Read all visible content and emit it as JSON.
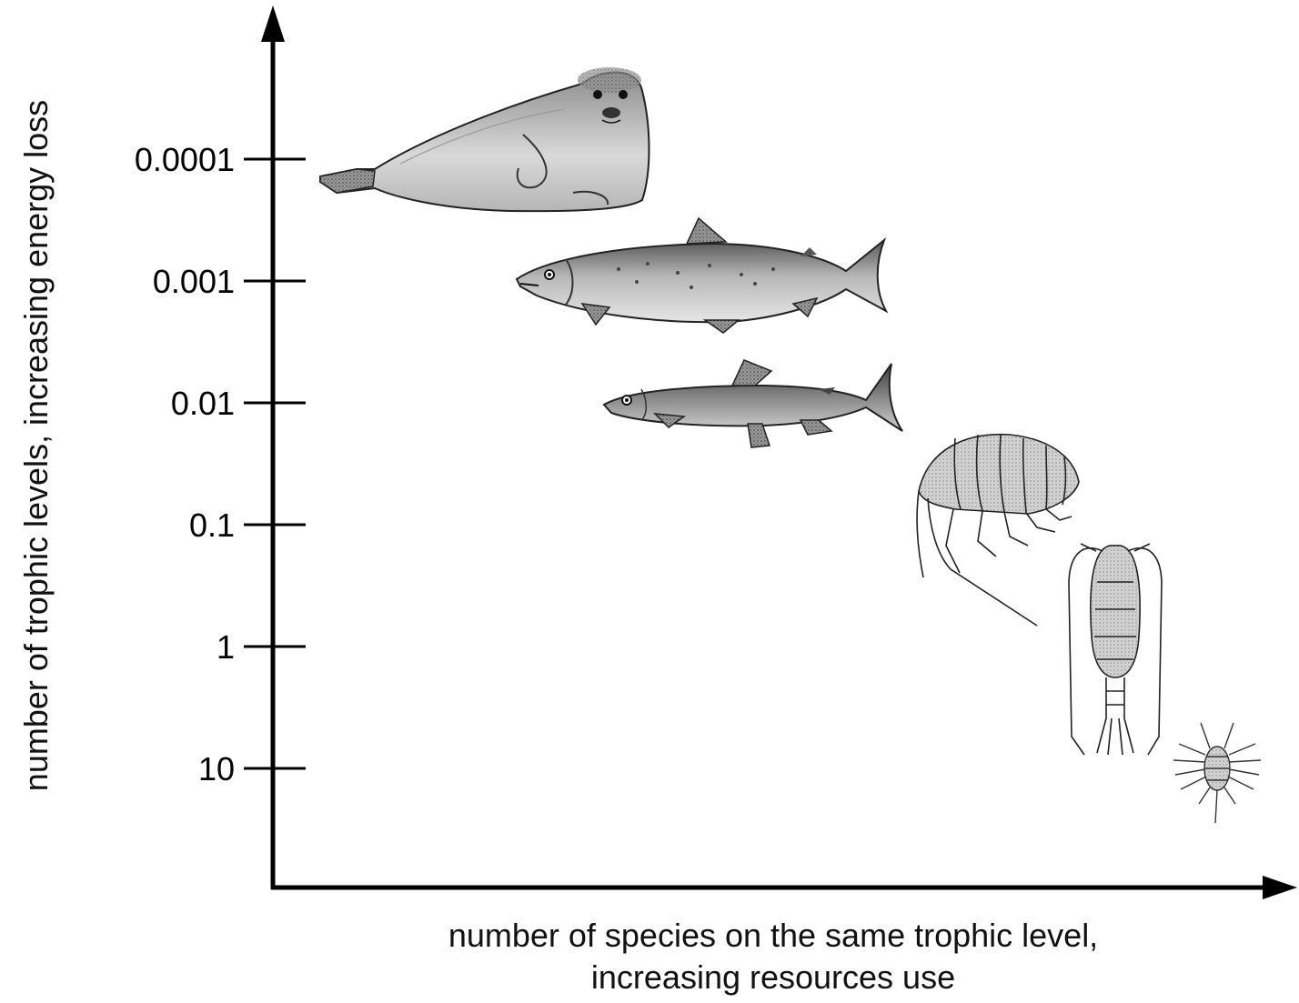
{
  "diagram": {
    "y_axis_label": "number of trophic levels, increasing energy loss",
    "x_axis_label_line1": "number of species on the same trophic level,",
    "x_axis_label_line2": "increasing resources use",
    "y_ticks": [
      "0.0001",
      "0.001",
      "0.01",
      "0.1",
      "1",
      "10"
    ],
    "organisms": [
      {
        "name": "seal-icon",
        "level": "0.0001"
      },
      {
        "name": "salmon-icon",
        "level": "0.001"
      },
      {
        "name": "small-fish-icon",
        "level": "0.01"
      },
      {
        "name": "amphipod-icon",
        "level": "0.1"
      },
      {
        "name": "copepod-icon",
        "level": "1"
      },
      {
        "name": "nauplius-icon",
        "level": "10"
      }
    ]
  }
}
